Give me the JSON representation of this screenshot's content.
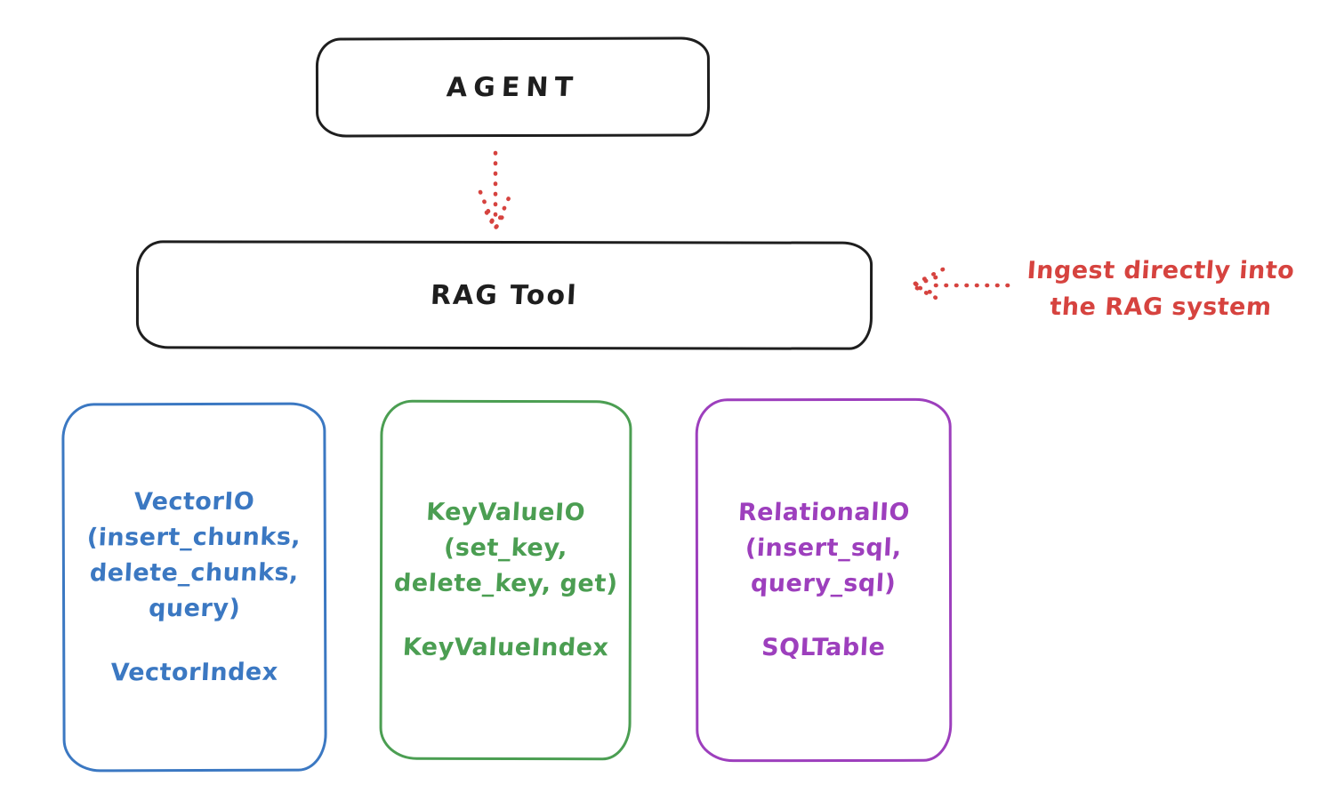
{
  "colors": {
    "stroke_dark": "#1e1e1e",
    "red": "#d6433f",
    "blue": "#3b78c2",
    "green": "#4b9e52",
    "purple": "#9d3fbd",
    "background": "#ffffff"
  },
  "agent_box": {
    "label": "AGENT"
  },
  "rag_box": {
    "label": "RAG Tool"
  },
  "annotation": {
    "line1": "Ingest directly into",
    "line2": "the RAG system"
  },
  "arrows": [
    {
      "name": "agent-to-rag-arrow",
      "style": "dotted",
      "color": "#d6433f",
      "direction": "down"
    },
    {
      "name": "ingest-into-rag-arrow",
      "style": "dotted",
      "color": "#d6433f",
      "direction": "left"
    }
  ],
  "io_boxes": [
    {
      "name": "vector-io",
      "color": "#3b78c2",
      "lines": [
        "VectorIO",
        "(insert_chunks,",
        "delete_chunks,",
        "query)"
      ],
      "index_label": "VectorIndex"
    },
    {
      "name": "keyvalue-io",
      "color": "#4b9e52",
      "lines": [
        "KeyValueIO",
        "(set_key,",
        "delete_key, get)"
      ],
      "index_label": "KeyValueIndex"
    },
    {
      "name": "relational-io",
      "color": "#9d3fbd",
      "lines": [
        "RelationalIO",
        "(insert_sql,",
        "query_sql)"
      ],
      "index_label": "SQLTable"
    }
  ]
}
